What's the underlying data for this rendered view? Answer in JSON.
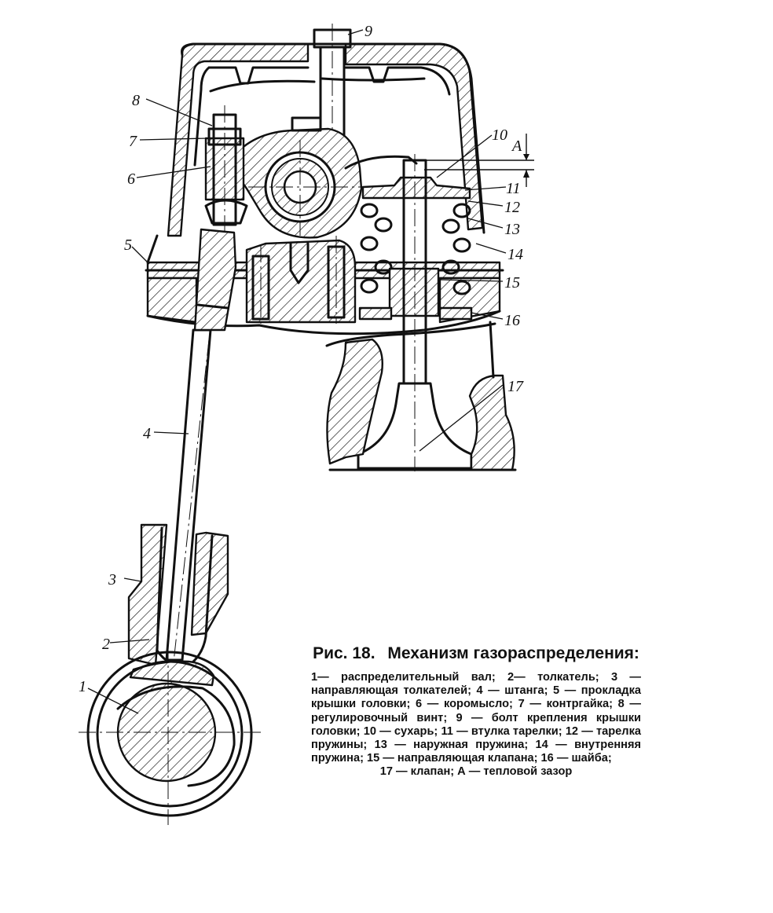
{
  "figure": {
    "title_prefix": "Рис.",
    "title_number": "18.",
    "title_text": "Механизм газораспределения:",
    "legend_body": "1— распределительный вал; 2— толкатель; 3 — направляющая толкателей; 4 — штанга; 5 — прокладка крышки головки; 6 — коромысло; 7 — контргайка; 8 — регулировочный винт; 9 — болт крепления крышки головки; 10 — сухарь; 11 — втулка тарелки; 12 — тарелка пружины; 13 — наружная пружина; 14 — внутренняя пружина; 15 — направляющая клапана; 16 — шайба;",
    "legend_last": "17 — клапан; А — тепловой зазор"
  },
  "callouts": {
    "c1": "1",
    "c2": "2",
    "c3": "3",
    "c4": "4",
    "c5": "5",
    "c6": "6",
    "c7": "7",
    "c8": "8",
    "c9": "9",
    "c10": "10",
    "c11": "11",
    "c12": "12",
    "c13": "13",
    "c14": "14",
    "c15": "15",
    "c16": "16",
    "c17": "17",
    "cA": "А"
  }
}
